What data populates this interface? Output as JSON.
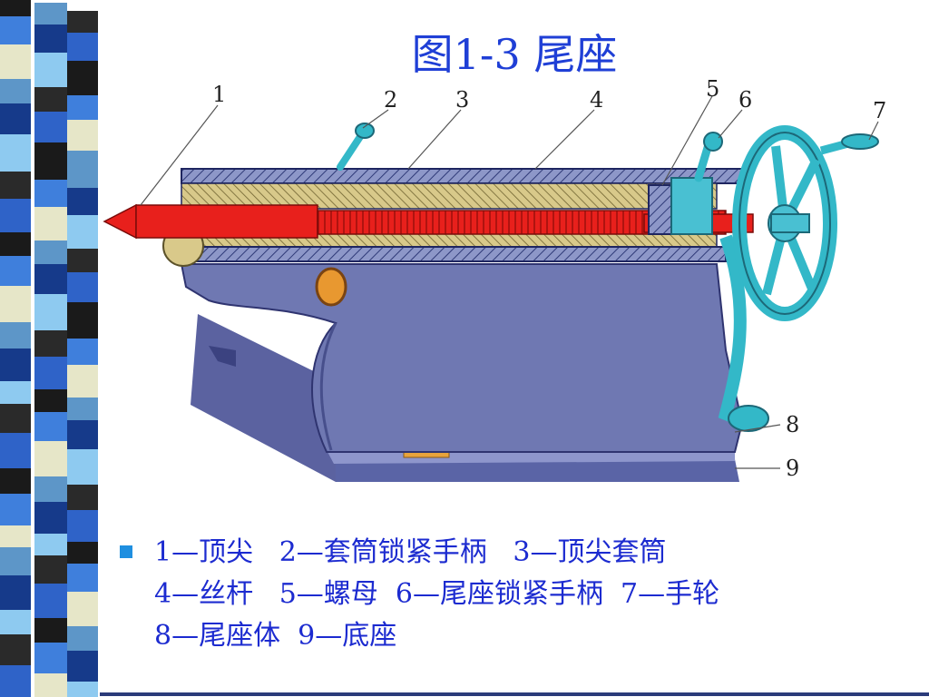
{
  "slide": {
    "title": "图1-3 尾座",
    "legend_lines": [
      "1—顶尖   2—套筒锁紧手柄   3—顶尖套筒",
      "4—丝杆   5—螺母  6—尾座锁紧手柄  7—手轮",
      "8—尾座体  9—底座"
    ]
  },
  "diagram": {
    "callouts": [
      "1",
      "2",
      "3",
      "4",
      "5",
      "6",
      "7",
      "8",
      "9"
    ],
    "parts": [
      "顶尖",
      "套筒锁紧手柄",
      "顶尖套筒",
      "丝杆",
      "螺母",
      "尾座锁紧手柄",
      "手轮",
      "尾座体",
      "底座"
    ]
  },
  "colors": {
    "title": "#1f3fd6",
    "legend_text": "#1c2bd0",
    "bullet": "#1f8fe0",
    "body": "#6f78b2",
    "spindle": "#e8201c",
    "handwheel": "#33b8c8",
    "sleeve": "#4a5d9c"
  }
}
